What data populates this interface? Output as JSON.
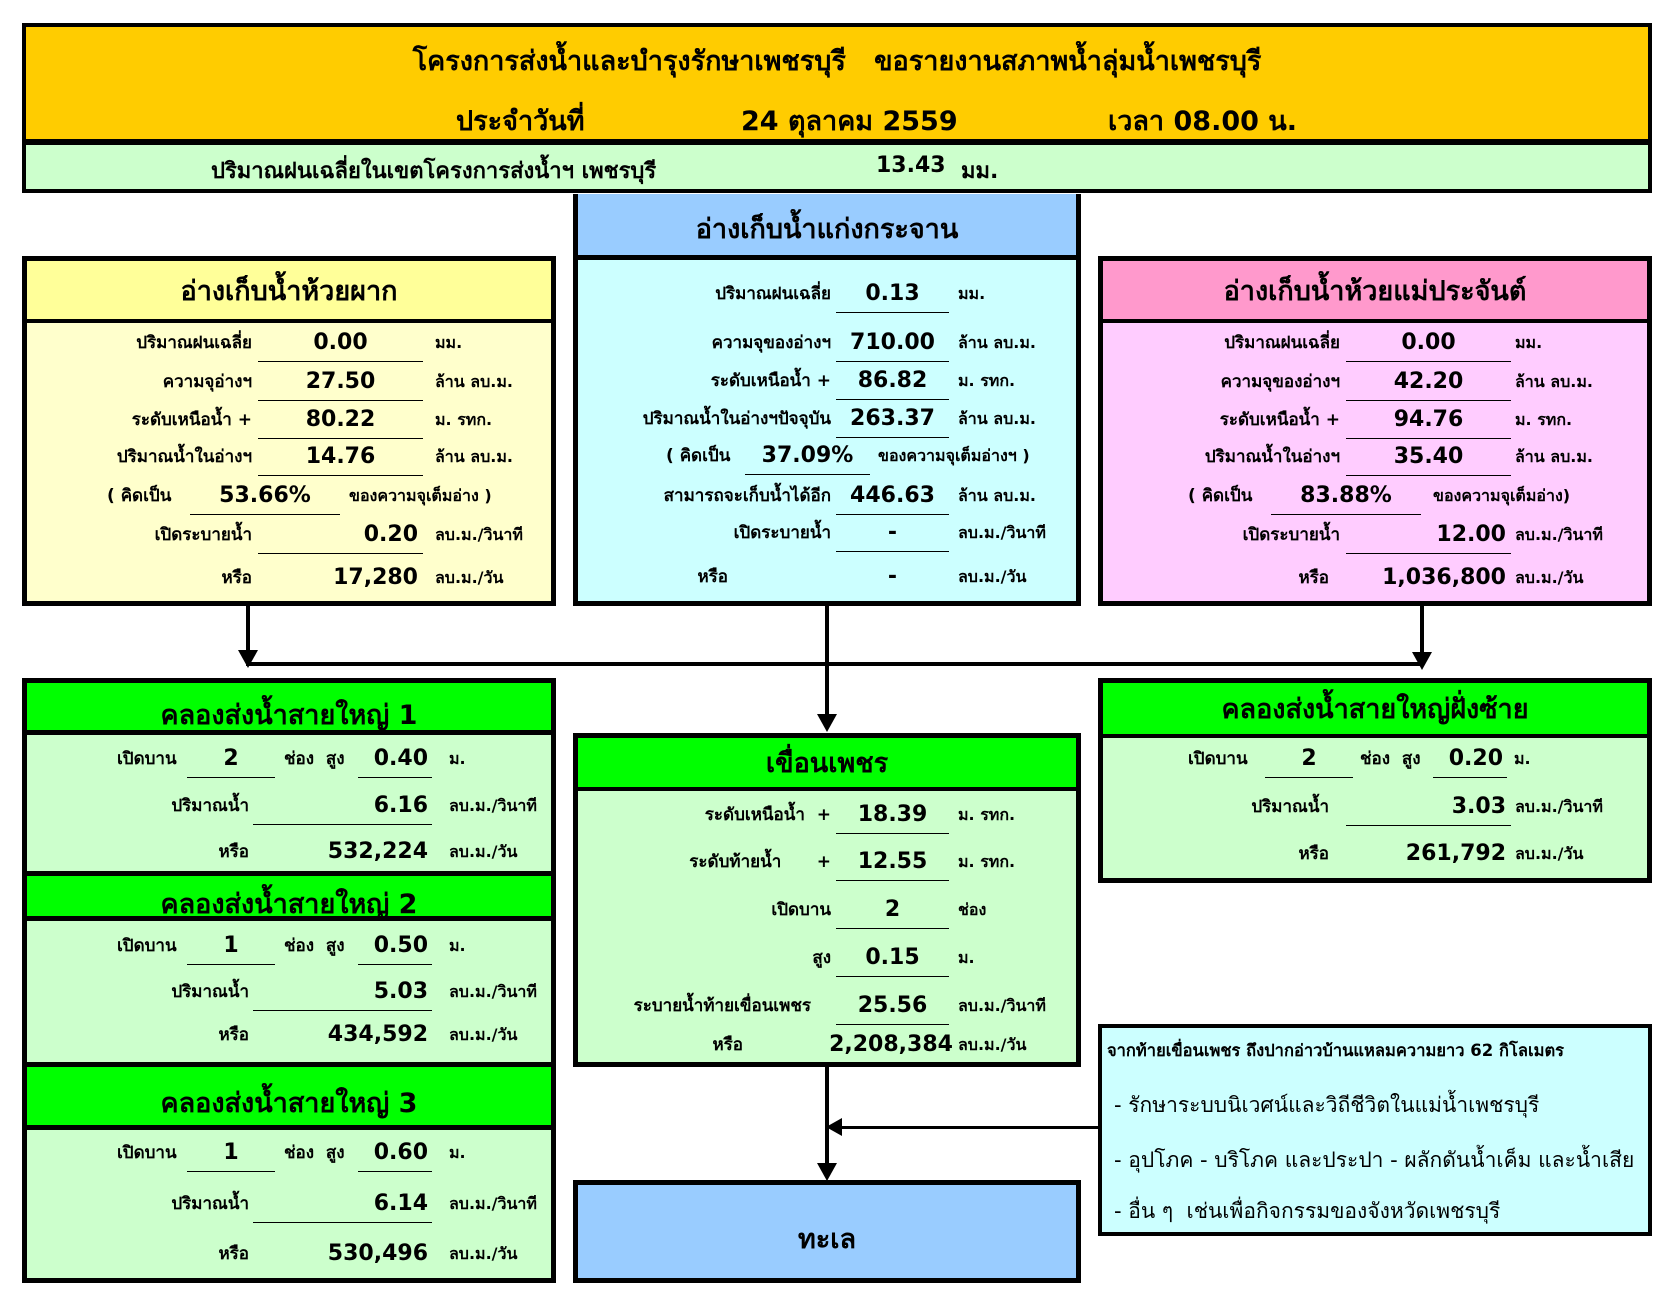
{
  "header": {
    "title": "โครงการส่งน้ำและบำรุงรักษาเพชรบุรี   ขอรายงานสภาพน้ำลุ่มน้ำเพชรบุรี",
    "date_label": "ประจำวันที่",
    "date": "24 ตุลาคม 2559",
    "time": "เวลา 08.00 น.",
    "rain_label": "ปริมาณฝนเฉลี่ยในเขตโครงการส่งน้ำฯ เพชรบุรี",
    "rain_value": "13.43",
    "rain_unit": "มม."
  },
  "huai_phak": {
    "title": "อ่างเก็บน้ำห้วยผาก",
    "rain_label": "ปริมาณฝนเฉลี่ย",
    "rain_value": "0.00",
    "rain_unit": "มม.",
    "cap_label": "ความจุอ่างฯ",
    "cap_value": "27.50",
    "cap_unit": "ล้าน ลบ.ม.",
    "level_label": "ระดับเหนือน้ำ  +",
    "level_value": "80.22",
    "level_unit": "ม. รทก.",
    "vol_label": "ปริมาณน้ำในอ่างฯ",
    "vol_value": "14.76",
    "vol_unit": "ล้าน ลบ.ม.",
    "pct_pre": "( คิดเป็น",
    "pct_value": "53.66%",
    "pct_post": "ของความจุเต็มอ่าง )",
    "rel_label": "เปิดระบายน้ำ",
    "rel_value": "0.20",
    "rel_unit": "ลบ.ม./วินาที",
    "or_label": "หรือ",
    "or_value": "17,280",
    "or_unit": "ลบ.ม./วัน"
  },
  "kaeng_krachan": {
    "title": "อ่างเก็บน้ำแก่งกระจาน",
    "rain_label": "ปริมาณฝนเฉลี่ย",
    "rain_value": "0.13",
    "rain_unit": "มม.",
    "cap_label": "ความจุของอ่างฯ",
    "cap_value": "710.00",
    "cap_unit": "ล้าน ลบ.ม.",
    "level_label": "ระดับเหนือน้ำ  +",
    "level_value": "86.82",
    "level_unit": "ม. รทก.",
    "vol_label": "ปริมาณน้ำในอ่างฯปัจจุบัน",
    "vol_value": "263.37",
    "vol_unit": "ล้าน ลบ.ม.",
    "pct_pre": "( คิดเป็น",
    "pct_value": "37.09%",
    "pct_post": "ของความจุเต็มอ่างฯ )",
    "more_label": "สามารถจะเก็บน้ำได้อีก",
    "more_value": "446.63",
    "more_unit": "ล้าน ลบ.ม.",
    "rel_label": "เปิดระบายน้ำ",
    "rel_value": "-",
    "rel_unit": "ลบ.ม./วินาที",
    "or_label": "หรือ",
    "or_value": "-",
    "or_unit": "ลบ.ม./วัน"
  },
  "mae_prachan": {
    "title": "อ่างเก็บน้ำห้วยแม่ประจันต์",
    "rain_label": "ปริมาณฝนเฉลี่ย",
    "rain_value": "0.00",
    "rain_unit": "มม.",
    "cap_label": "ความจุของอ่างฯ",
    "cap_value": "42.20",
    "cap_unit": "ล้าน ลบ.ม.",
    "level_label": "ระดับเหนือน้ำ  +",
    "level_value": "94.76",
    "level_unit": "ม. รทก.",
    "vol_label": "ปริมาณน้ำในอ่างฯ",
    "vol_value": "35.40",
    "vol_unit": "ล้าน ลบ.ม.",
    "pct_pre": "( คิดเป็น",
    "pct_value": "83.88%",
    "pct_post": "ของความจุเต็มอ่าง)",
    "rel_label": "เปิดระบายน้ำ",
    "rel_value": "12.00",
    "rel_unit": "ลบ.ม./วินาที",
    "or_label": "หรือ",
    "or_value": "1,036,800",
    "or_unit": "ลบ.ม./วัน"
  },
  "canals": [
    {
      "title": "คลองส่งน้ำสายใหญ่ 1",
      "gate_label": "เปิดบาน",
      "gates": "2",
      "slot_label": "ช่อง  สูง",
      "height": "0.40",
      "height_unit": "ม.",
      "flow_label": "ปริมาณน้ำ",
      "flow": "6.16",
      "flow_unit": "ลบ.ม./วินาที",
      "or_label": "หรือ",
      "daily": "532,224",
      "daily_unit": "ลบ.ม./วัน"
    },
    {
      "title": "คลองส่งน้ำสายใหญ่ 2",
      "gate_label": "เปิดบาน",
      "gates": "1",
      "slot_label": "ช่อง  สูง",
      "height": "0.50",
      "height_unit": "ม.",
      "flow_label": "ปริมาณน้ำ",
      "flow": "5.03",
      "flow_unit": "ลบ.ม./วินาที",
      "or_label": "หรือ",
      "daily": "434,592",
      "daily_unit": "ลบ.ม./วัน"
    },
    {
      "title": "คลองส่งน้ำสายใหญ่ 3",
      "gate_label": "เปิดบาน",
      "gates": "1",
      "slot_label": "ช่อง  สูง",
      "height": "0.60",
      "height_unit": "ม.",
      "flow_label": "ปริมาณน้ำ",
      "flow": "6.14",
      "flow_unit": "ลบ.ม./วินาที",
      "or_label": "หรือ",
      "daily": "530,496",
      "daily_unit": "ลบ.ม./วัน"
    }
  ],
  "left_bank": {
    "title": "คลองส่งน้ำสายใหญ่ฝั่งซ้าย",
    "gate_label": "เปิดบาน",
    "gates": "2",
    "slot_label": "ช่อง  สูง",
    "height": "0.20",
    "height_unit": "ม.",
    "flow_label": "ปริมาณน้ำ",
    "flow": "3.03",
    "flow_unit": "ลบ.ม./วินาที",
    "or_label": "หรือ",
    "daily": "261,792",
    "daily_unit": "ลบ.ม./วัน"
  },
  "phet_dam": {
    "title": "เขื่อนเพชร",
    "up_label": "ระดับเหนือน้ำ  +",
    "up_value": "18.39",
    "up_unit": "ม. รทก.",
    "down_label": "ระดับท้ายน้ำ      +",
    "down_value": "12.55",
    "down_unit": "ม. รทก.",
    "gate_label": "เปิดบาน",
    "gate_value": "2",
    "gate_unit": "ช่อง",
    "h_label": "สูง",
    "h_value": "0.15",
    "h_unit": "ม.",
    "rel_label": "ระบายน้ำท้ายเขื่อนเพชร",
    "rel_value": "25.56",
    "rel_unit": "ลบ.ม./วินาที",
    "or_label": "หรือ",
    "or_value": "2,208,384",
    "or_unit": "ลบ.ม./วัน"
  },
  "sea": {
    "title": "ทะเล"
  },
  "notes": {
    "heading": "จากท้ายเขื่อนเพชร ถึงปากอ่าวบ้านแหลมความยาว 62 กิโลเมตร",
    "items": [
      "- รักษาระบบนิเวศน์และวิถีชีวิตในแม่น้ำเพชรบุรี",
      "- อุปโภค - บริโภค และประปา - ผลักดันน้ำเค็ม และน้ำเสีย",
      "- อื่น ๆ  เช่นเพื่อกิจกรรมของจังหวัดเพชรบุรี"
    ]
  },
  "colors": {
    "header": "#FFCC00",
    "rain_band": "#CCFFCC",
    "huai_phak_head": "#FFFF99",
    "huai_phak_body": "#FFFFCC",
    "kaeng_head": "#99CCFF",
    "kaeng_body": "#CCFFFF",
    "mae_head": "#FF99CC",
    "mae_body": "#FFCCFF",
    "canal_head": "#00FF00",
    "canal_body": "#CCFFCC",
    "sea": "#99CCFF",
    "notes": "#CCFFFF"
  }
}
